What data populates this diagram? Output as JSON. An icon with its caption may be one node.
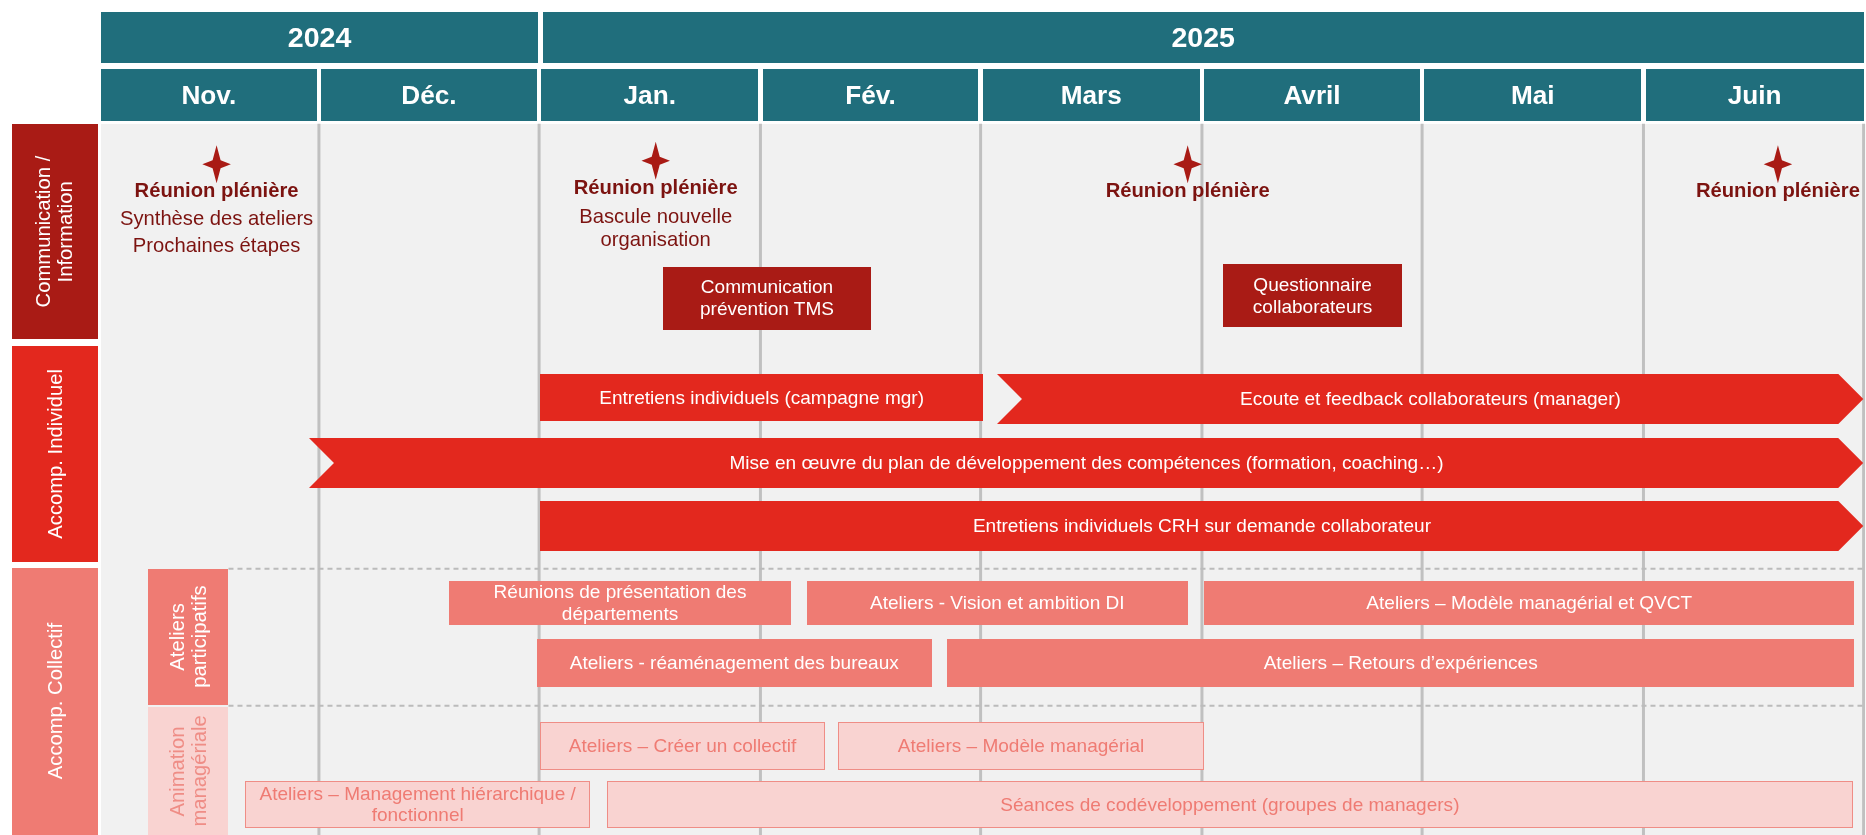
{
  "diagram": {
    "nodes": [
      {
        "text": [
          "2024"
        ]
      },
      {
        "text": [
          "2025"
        ]
      },
      {
        "text": [
          "Nov."
        ]
      },
      {
        "text": [
          "Déc."
        ]
      },
      {
        "text": [
          "Jan."
        ]
      },
      {
        "text": [
          "Fév."
        ]
      },
      {
        "text": [
          "Mars"
        ]
      },
      {
        "text": [
          "Avril"
        ]
      },
      {
        "text": [
          "Mai"
        ]
      },
      {
        "text": [
          "Juin"
        ]
      },
      {
        "text": [
          "Communication / Information"
        ]
      },
      {
        "text": [
          "Accomp. Individuel"
        ]
      },
      {
        "text": [
          "Accomp. Collectif"
        ]
      },
      {
        "text": [
          "Ateliers participatifs"
        ]
      },
      {
        "text": [
          "Animation managériale"
        ]
      },
      {
        "text": [
          "Communication prévention TMS"
        ]
      },
      {
        "text": [
          "Questionnaire collaborateurs"
        ]
      },
      {
        "text": [
          "Entretiens individuels (campagne mgr)"
        ]
      },
      {
        "text": [
          "Ecoute et feedback collaborateurs (manager)"
        ]
      },
      {
        "text": [
          "Mise en œuvre du plan de développement des compétences (formation, coaching…)"
        ]
      },
      {
        "text": [
          "Entretiens individuels CRH sur demande collaborateur"
        ]
      },
      {
        "text": [
          "Réunions de présentation des départements"
        ]
      },
      {
        "text": [
          "Ateliers - Vision et ambition DI"
        ]
      },
      {
        "text": [
          "Ateliers – Modèle managérial et QVCT"
        ]
      },
      {
        "text": [
          "Ateliers - réaménagement des bureaux"
        ]
      },
      {
        "text": [
          "Ateliers – Retours d’expériences"
        ]
      },
      {
        "text": [
          "Ateliers – Créer un collectif"
        ]
      },
      {
        "text": [
          "Ateliers – Modèle managérial"
        ]
      },
      {
        "text": [
          "Ateliers – Management hiérarchique / fonctionnel"
        ]
      },
      {
        "text": [
          "Séances de codéveloppement (groupes de managers)"
        ]
      }
    ],
    "labels": [
      "Réunion plénière",
      "Synthèse des ateliers",
      "Prochaines étapes",
      "Réunion plénière",
      "Bascule nouvelle organisation",
      "Réunion plénière",
      "Réunion plénière"
    ]
  }
}
